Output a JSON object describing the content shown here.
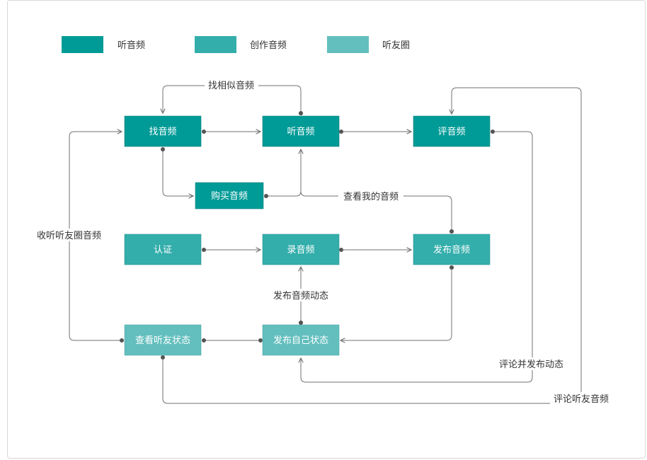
{
  "colors": {
    "listen": "#009b97",
    "create": "#33aeab",
    "circle": "#63bfbe",
    "edge": "#707070",
    "dot": "#555555",
    "text": "#333333"
  },
  "legend": [
    {
      "id": "listen",
      "label": "听音频",
      "color": "#009b97"
    },
    {
      "id": "create",
      "label": "创作音频",
      "color": "#33aeab"
    },
    {
      "id": "circle",
      "label": "听友圈",
      "color": "#63bfbe"
    }
  ],
  "nodes": {
    "find_audio": {
      "label": "找音频",
      "color": "#009b97"
    },
    "listen_audio": {
      "label": "听音频",
      "color": "#009b97"
    },
    "review_audio": {
      "label": "评音频",
      "color": "#009b97"
    },
    "buy_audio": {
      "label": "购买音频",
      "color": "#009b97"
    },
    "certify": {
      "label": "认证",
      "color": "#33aeab"
    },
    "record_audio": {
      "label": "录音频",
      "color": "#33aeab"
    },
    "publish_audio": {
      "label": "发布音频",
      "color": "#33aeab"
    },
    "view_friend_status": {
      "label": "查看听友状态",
      "color": "#63bfbe"
    },
    "publish_own_status": {
      "label": "发布自己状态",
      "color": "#63bfbe"
    }
  },
  "edge_labels": {
    "find_similar": "找相似音频",
    "view_my_audio": "查看我的音频",
    "collect_friend_audio": "收听听友圈音频",
    "publish_audio_moment": "发布音频动态",
    "comment_and_publish": "评论并发布动态",
    "comment_friend_audio": "评论听友音频"
  }
}
